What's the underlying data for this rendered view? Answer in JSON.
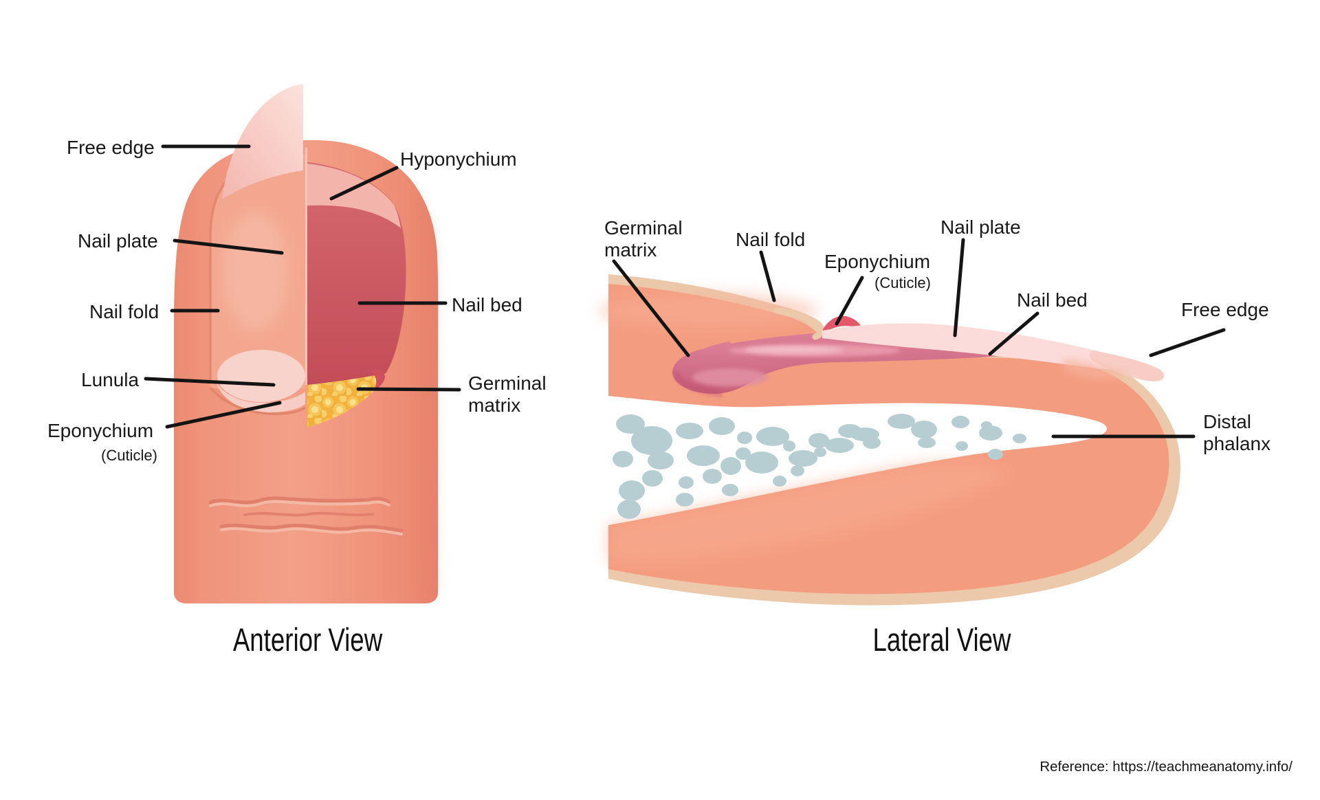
{
  "figure": {
    "anterior": {
      "title": "Anterior View",
      "labels": {
        "free_edge": "Free edge",
        "nail_plate": "Nail plate",
        "nail_fold": "Nail fold",
        "lunula": "Lunula",
        "eponychium": "Eponychium",
        "eponychium_sub": "(Cuticle)",
        "hyponychium": "Hyponychium",
        "nail_bed": "Nail bed",
        "germinal_matrix": [
          "Germinal",
          "matrix"
        ]
      }
    },
    "lateral": {
      "title": "Lateral View",
      "labels": {
        "germinal_matrix": [
          "Germinal",
          "matrix"
        ],
        "nail_fold": "Nail fold",
        "eponychium": "Eponychium",
        "eponychium_sub": "(Cuticle)",
        "nail_plate": "Nail plate",
        "nail_bed": "Nail bed",
        "free_edge": "Free edge",
        "distal_phalanx": [
          "Distal",
          "phalanx"
        ]
      }
    },
    "footer": {
      "reference": "Reference: https://teachmeanatomy.info/"
    },
    "colors": {
      "skin": "#f29a81",
      "skin_shadow": "#e8826c",
      "skin_outline_tan": "#ecc9ab",
      "nail_plate_zone": "#f3a78e",
      "nail_plate_pale": "#fbdcda",
      "free_edge_pink": "#f7cdc5",
      "lunula_pale": "#f8d3cb",
      "hyponychium_pink": "#f3b4ac",
      "nail_bed_red": "#c94f59",
      "nail_root_mauve": "#d4718a",
      "germinal_matrix_yellow": "#f4b94a",
      "bone_dot_blue": "#b6ced1",
      "cuticle_red": "#e4586b",
      "wrinkle": "#e0806c",
      "pointer_line": "#141414",
      "label_text": "#191919"
    }
  }
}
